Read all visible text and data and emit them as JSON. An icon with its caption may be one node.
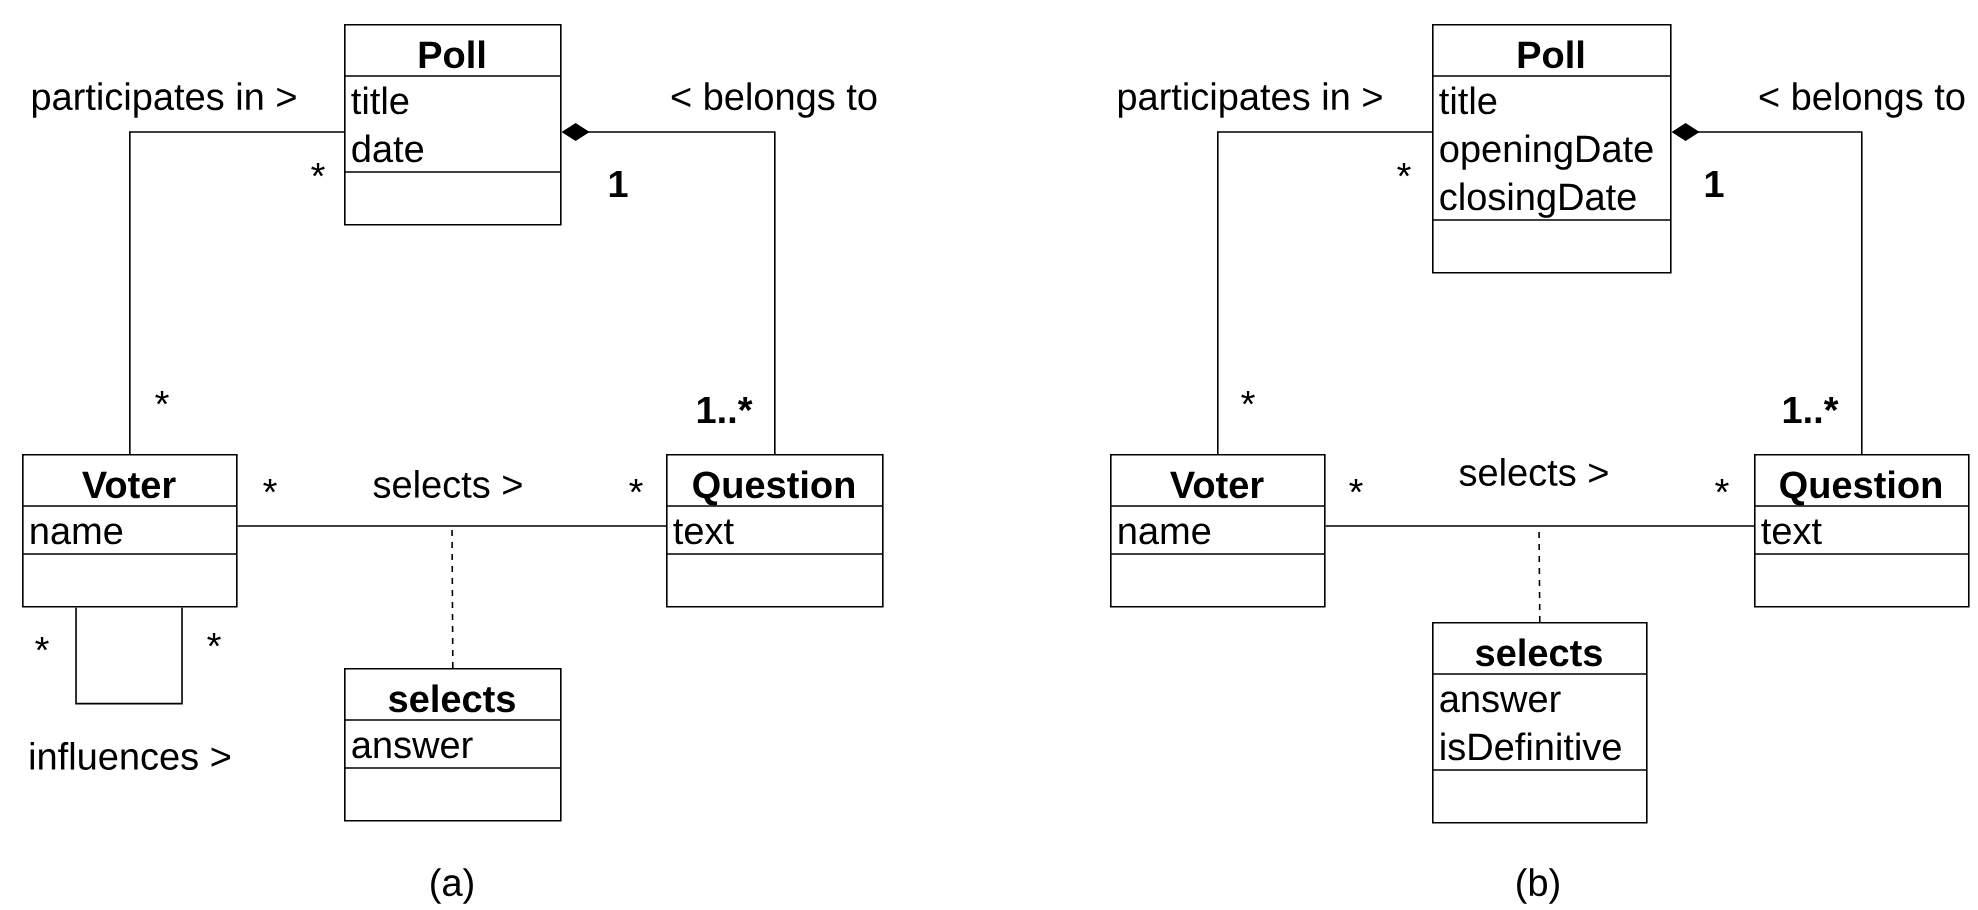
{
  "diagram": {
    "nodes": [
      {
        "text": [
          "Poll",
          "title",
          "date"
        ]
      },
      {
        "text": [
          "Voter",
          "name"
        ]
      },
      {
        "text": [
          "Question",
          "text"
        ]
      },
      {
        "text": [
          "selects",
          "answer"
        ]
      },
      {
        "text": [
          "Poll",
          "title",
          "openingDate",
          "closingDate"
        ]
      },
      {
        "text": [
          "Voter",
          "name"
        ]
      },
      {
        "text": [
          "Question",
          "text"
        ]
      },
      {
        "text": [
          "selects",
          "answer",
          "isDefinitive"
        ]
      }
    ],
    "edges": [
      {
        "from": 1,
        "to": 0,
        "arrow": "none",
        "label": "participates in >"
      },
      {
        "from": 2,
        "to": 0,
        "arrow": "other",
        "label": "< belongs to"
      },
      {
        "from": 1,
        "to": 2,
        "arrow": "none",
        "label": "selects >"
      },
      {
        "from": 3,
        "to": null,
        "arrow": "none",
        "style": "dashed"
      },
      {
        "from": 1,
        "to": 1,
        "arrow": "none",
        "label": "influences >"
      },
      {
        "from": 5,
        "to": 4,
        "arrow": "none",
        "label": "participates in >"
      },
      {
        "from": 6,
        "to": 4,
        "arrow": "other",
        "label": "< belongs to"
      },
      {
        "from": 5,
        "to": 6,
        "arrow": "none",
        "label": "selects >"
      },
      {
        "from": 7,
        "to": null,
        "arrow": "none",
        "style": "dashed"
      }
    ],
    "labels": [
      "*",
      "1",
      "*",
      "1..*",
      "*",
      "*",
      "*",
      "*",
      "(a)",
      "*",
      "1",
      "*",
      "1..*",
      "*",
      "*",
      "(b)"
    ]
  }
}
